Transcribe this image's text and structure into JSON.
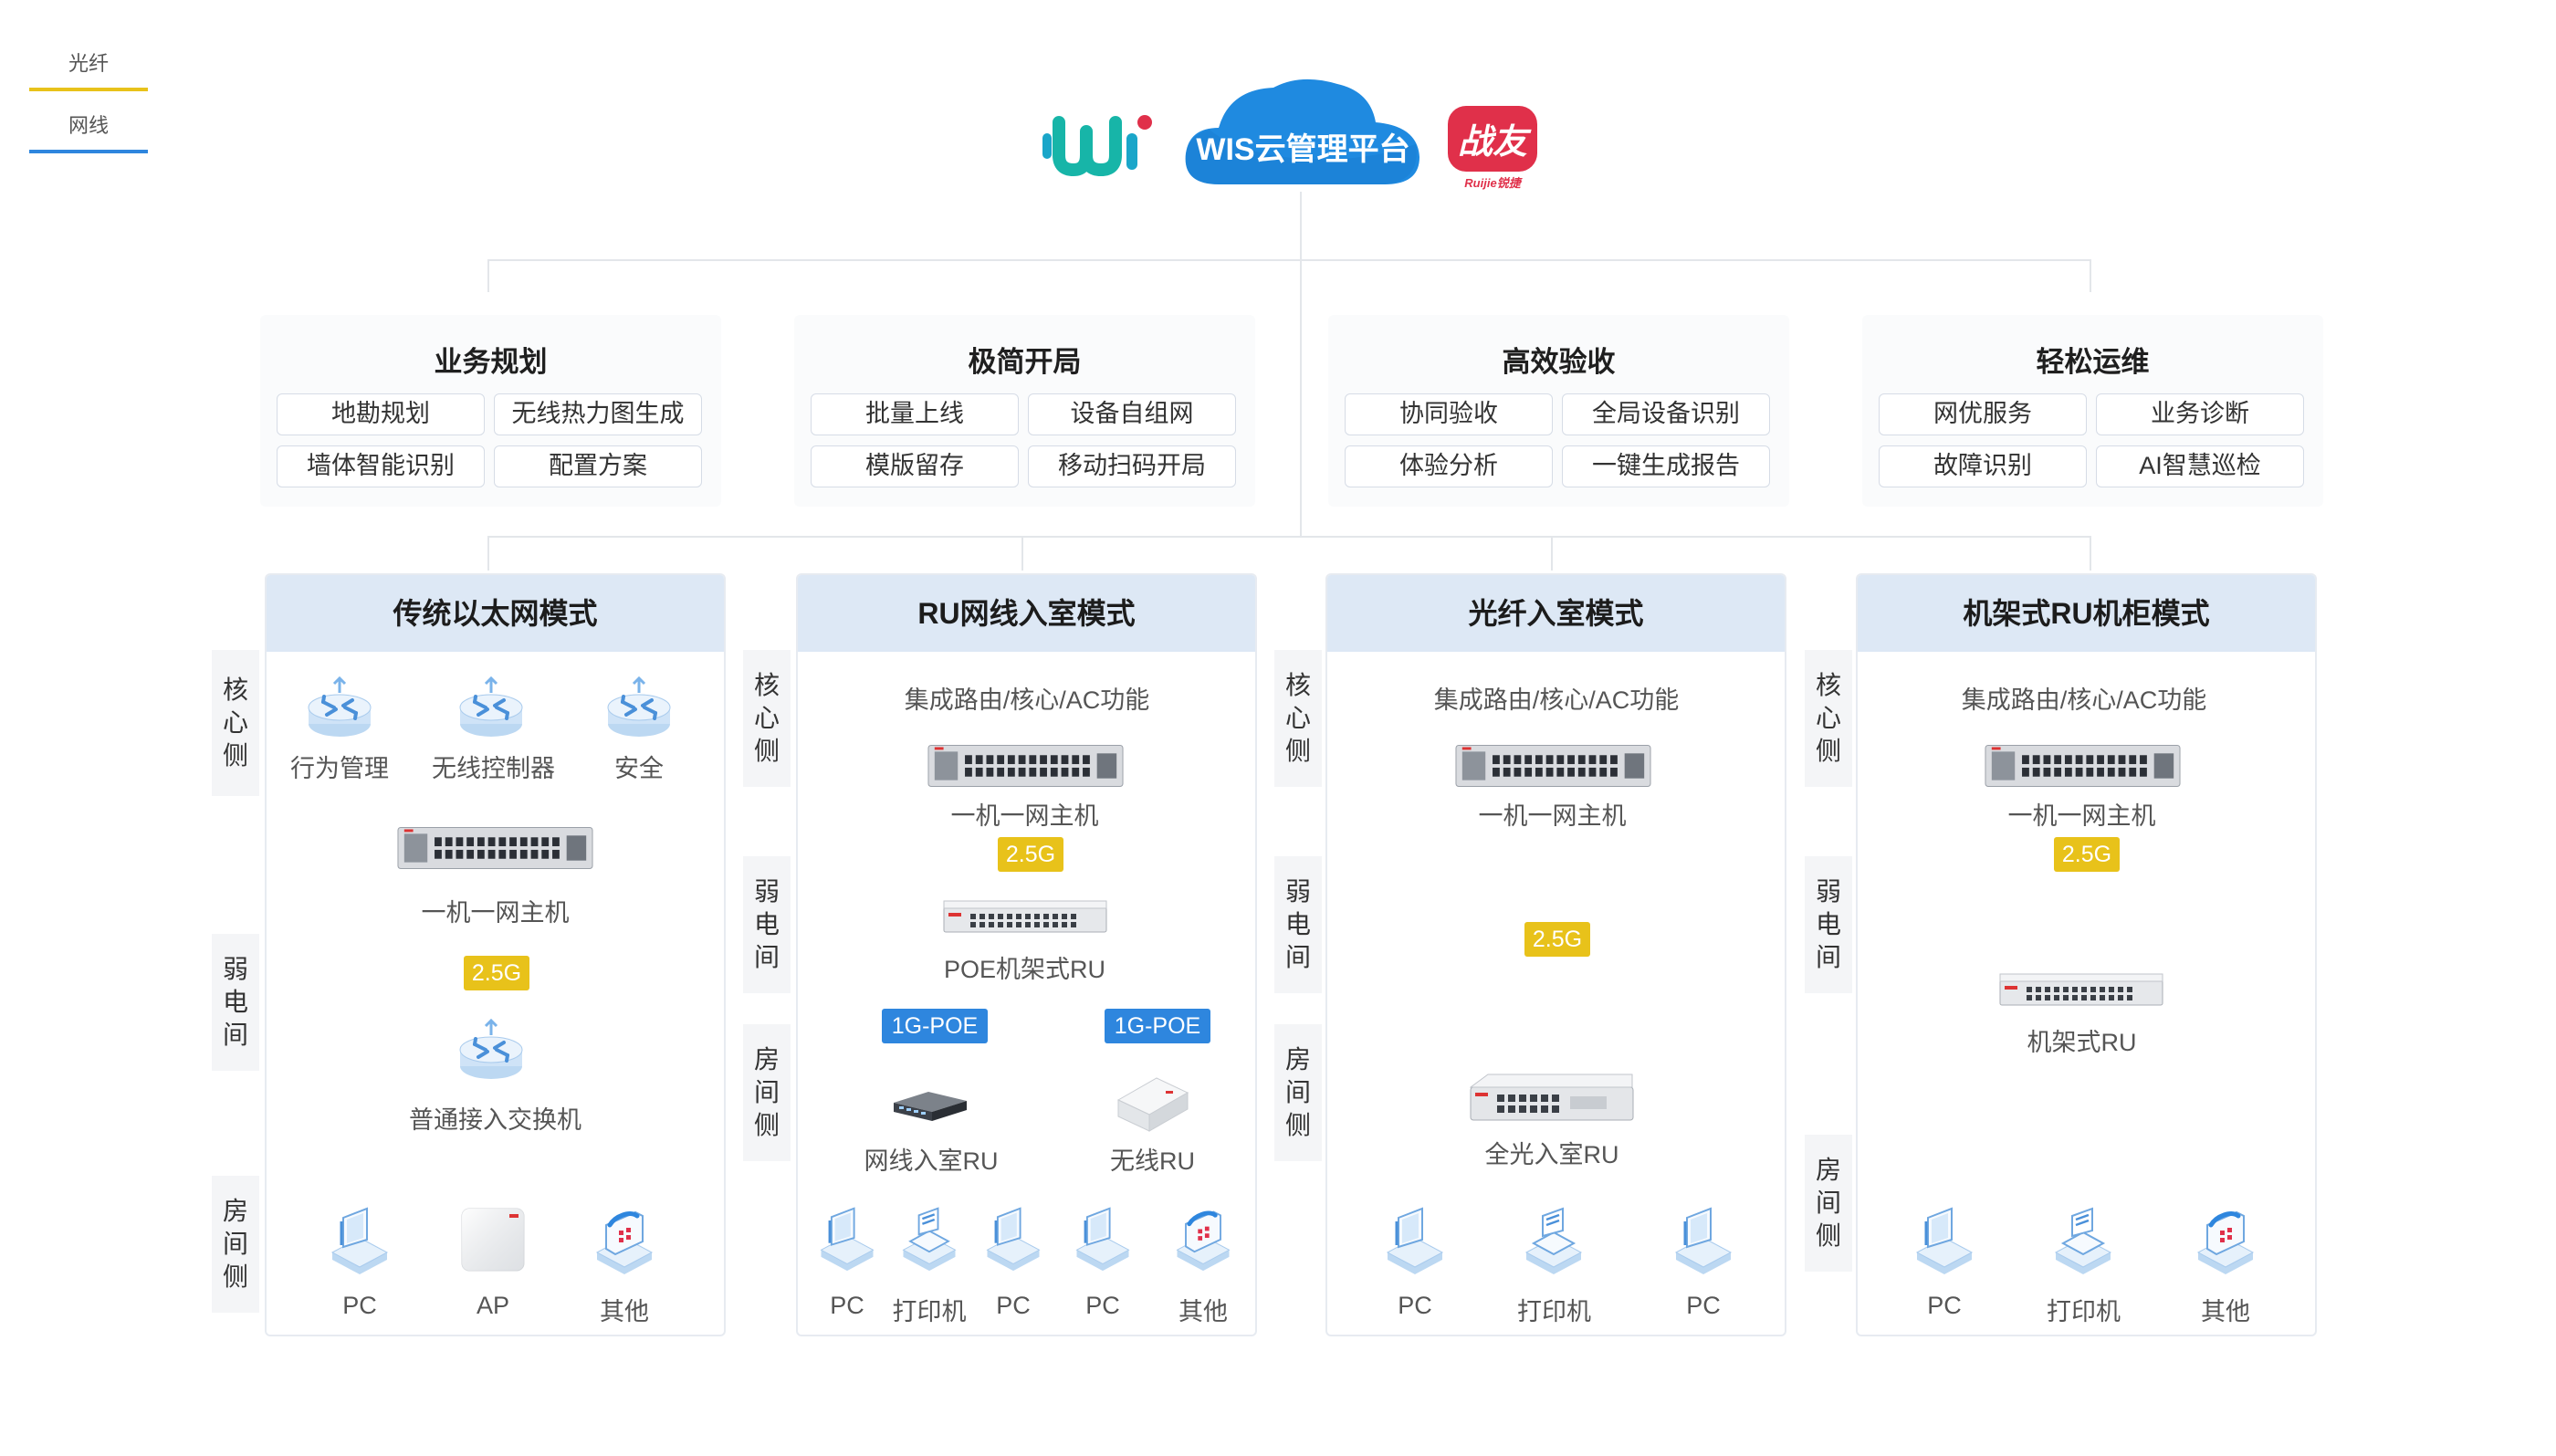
{
  "colors": {
    "fiber": "#e8c21a",
    "cable": "#2e86de",
    "header_bg": "#dde8f5"
  },
  "legend": {
    "fiber_label": "光纤",
    "cable_label": "网线"
  },
  "platform": {
    "title": "WIS云管理平台",
    "partner_logo": "战友",
    "partner_sub": "Ruijie锐捷",
    "wis_logo": "wi"
  },
  "features": [
    {
      "title": "业务规划",
      "items": [
        "地勘规划",
        "无线热力图生成",
        "墙体智能识别",
        "配置方案"
      ]
    },
    {
      "title": "极简开局",
      "items": [
        "批量上线",
        "设备自组网",
        "模版留存",
        "移动扫码开局"
      ]
    },
    {
      "title": "高效验收",
      "items": [
        "协同验收",
        "全局设备识别",
        "体验分析",
        "一键生成报告"
      ]
    },
    {
      "title": "轻松运维",
      "items": [
        "网优服务",
        "业务诊断",
        "故障识别",
        "AI智慧巡检"
      ]
    }
  ],
  "side_labels": {
    "core": "核心侧",
    "weak": "弱电间",
    "room": "房间侧"
  },
  "modes": [
    {
      "title": "传统以太网模式",
      "core_devices": [
        "行为管理",
        "无线控制器",
        "安全"
      ],
      "host": "一机一网主机",
      "link": "2.5G",
      "switch": "普通接入交换机",
      "endpoints": [
        "PC",
        "AP",
        "其他"
      ]
    },
    {
      "title": "RU网线入室模式",
      "func": "集成路由/核心/AC功能",
      "host": "一机一网主机",
      "link": "2.5G",
      "rack": "POE机架式RU",
      "poe_left": "1G-POE",
      "poe_right": "1G-POE",
      "ru_left": "网线入室RU",
      "ru_right": "无线RU",
      "endpoints": [
        "PC",
        "打印机",
        "PC",
        "PC",
        "其他"
      ]
    },
    {
      "title": "光纤入室模式",
      "func": "集成路由/核心/AC功能",
      "host": "一机一网主机",
      "link": "2.5G",
      "ru": "全光入室RU",
      "endpoints": [
        "PC",
        "打印机",
        "PC"
      ]
    },
    {
      "title": "机架式RU机柜模式",
      "func": "集成路由/核心/AC功能",
      "host": "一机一网主机",
      "link": "2.5G",
      "rack": "机架式RU",
      "endpoints": [
        "PC",
        "打印机",
        "其他"
      ]
    }
  ]
}
